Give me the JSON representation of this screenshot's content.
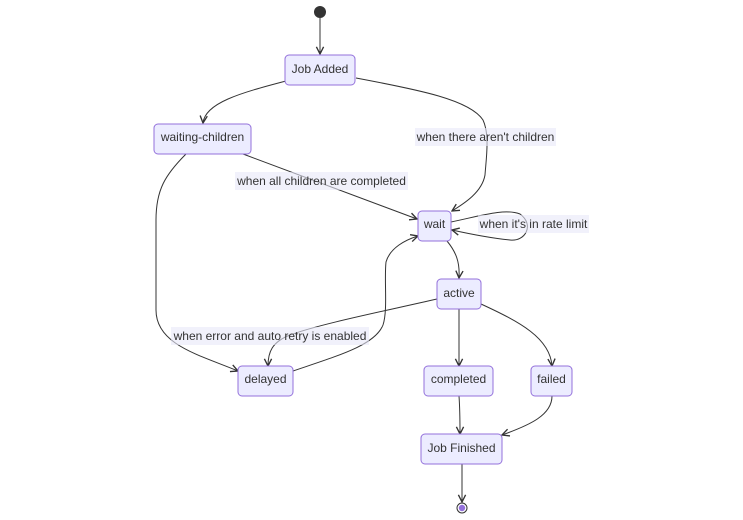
{
  "diagram": {
    "type": "state",
    "states": {
      "job_added": "Job Added",
      "waiting_children": "waiting-children",
      "wait": "wait",
      "active": "active",
      "delayed": "delayed",
      "completed": "completed",
      "failed": "failed",
      "job_finished": "Job Finished"
    },
    "transitions": {
      "no_children": "when there aren't children",
      "children_completed": "when all children are completed",
      "rate_limit": "when it's in rate limit",
      "error_retry": "when error and auto retry is enabled"
    },
    "colors": {
      "node_fill": "#ECECFF",
      "node_stroke": "#9370DB",
      "edge": "#333333",
      "end_fill": "#9370DB"
    }
  }
}
